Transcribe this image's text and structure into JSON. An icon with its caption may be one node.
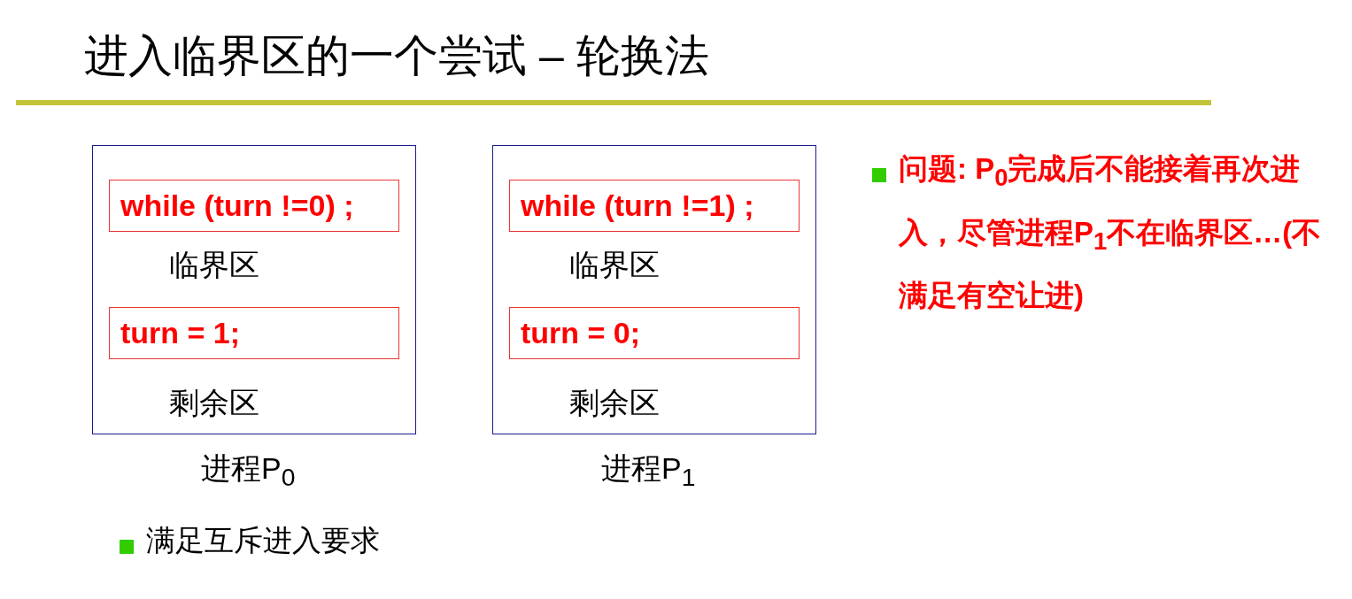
{
  "diagram": {
    "title": "进入临界区的一个尝试 – 轮换法",
    "nodes": [
      {
        "text": [
          "临界区",
          "剩余区",
          "进程P$_{0}$"
        ]
      },
      {
        "text": [
          "while (turn !=0) ;"
        ],
        "in": 0
      },
      {
        "text": [
          "turn = 1;"
        ],
        "in": 0
      },
      {
        "text": [
          "临界区",
          "剩余区",
          "进程P$_{1}$"
        ]
      },
      {
        "text": [
          "while (turn !=1) ;"
        ],
        "in": 3
      },
      {
        "text": [
          "turn = 0;"
        ],
        "in": 3
      }
    ],
    "edges": [],
    "labels": [
      "满足互斥进入要求",
      "问题: P$_{0}$完成后不能接着再次进入，尽管进程P$_{1}$不在临界区…(不满足有空让进)"
    ]
  }
}
